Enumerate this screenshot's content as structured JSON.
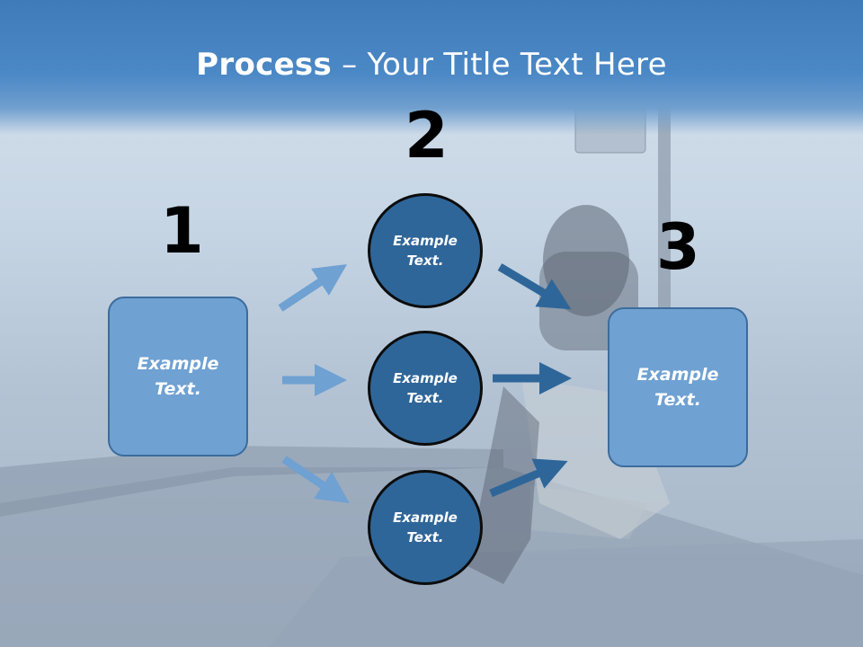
{
  "title": {
    "bold": "Process",
    "rest": " – Your Title Text Here"
  },
  "steps": {
    "n1": "1",
    "n2": "2",
    "n3": "3"
  },
  "left_box": {
    "line1": "Example",
    "line2": "Text."
  },
  "right_box": {
    "line1": "Example",
    "line2": "Text."
  },
  "circles": [
    {
      "line1": "Example",
      "line2": "Text."
    },
    {
      "line1": "Example",
      "line2": "Text."
    },
    {
      "line1": "Example",
      "line2": "Text."
    }
  ],
  "colors": {
    "header": "#4b88c6",
    "box_fill": "#6fa1d2",
    "circle_fill": "#2f6699",
    "arrow_light": "#6fa1d2",
    "arrow_dark": "#2f6699"
  }
}
